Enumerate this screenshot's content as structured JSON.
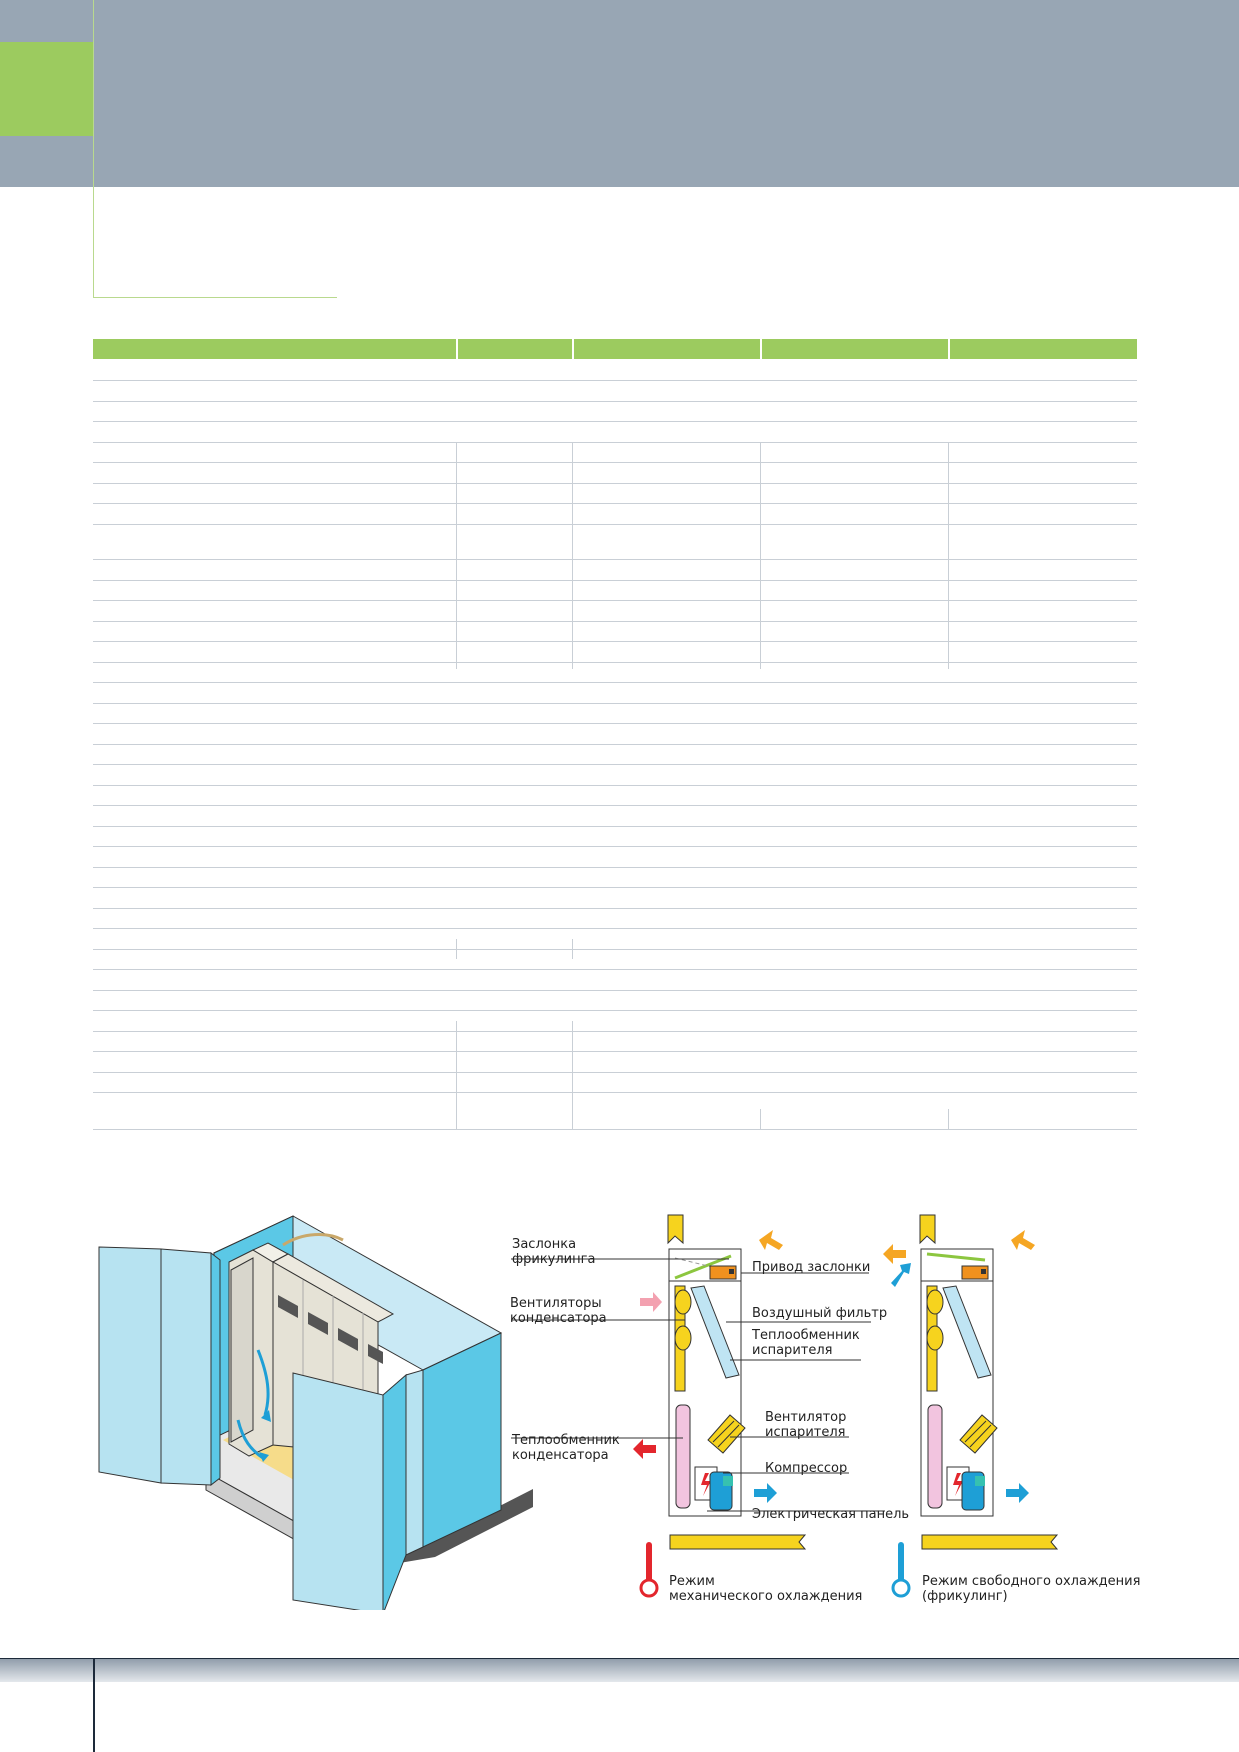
{
  "labels": {
    "damper": [
      "Заслонка",
      "фрикулинга"
    ],
    "damper_actuator": "Привод заслонки",
    "condenser_fans": [
      "Вентиляторы",
      "конденсатора"
    ],
    "air_filter": "Воздушный фильтр",
    "evaporator_hx": [
      "Теплообменник",
      "испарителя"
    ],
    "evaporator_fan": [
      "Вентилятор",
      "испарителя"
    ],
    "condenser_hx": [
      "Теплообменник",
      "конденсатора"
    ],
    "compressor": "Компрессор",
    "electrical_panel": "Электрическая панель",
    "mode_mechanical": [
      "Режим",
      "механического охлаждения"
    ],
    "mode_freecooling": [
      "Режим свободного охлаждения",
      "(фрикулинг)"
    ]
  },
  "colors": {
    "header": "#98a6b4",
    "accent_green": "#9ccb5f",
    "cabinet_blue": "#5bc8e6",
    "cabinet_light": "#b7e3f1",
    "arrow_orange": "#f5a623",
    "arrow_blue": "#1e9fd6",
    "arrow_red": "#e3262d",
    "arrow_pink": "#f3a1b0",
    "yellow": "#f6d31e"
  }
}
